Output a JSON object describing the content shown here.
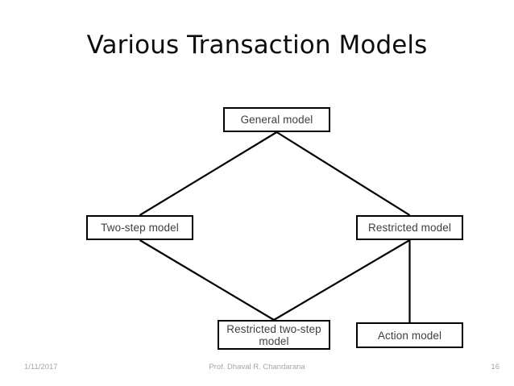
{
  "slide": {
    "title": "Various Transaction Models",
    "background_color": "#ffffff"
  },
  "diagram": {
    "type": "hierarchy-diagram",
    "node_border_color": "#000000",
    "node_text_color": "#3f3f3f",
    "nodes": [
      {
        "id": "general",
        "label": "General model"
      },
      {
        "id": "twostep",
        "label": "Two-step model"
      },
      {
        "id": "restricted",
        "label": "Restricted model"
      },
      {
        "id": "restricted-two",
        "label": "Restricted two-step model"
      },
      {
        "id": "action",
        "label": "Action model"
      }
    ],
    "edges": [
      {
        "from": "general",
        "to": "twostep"
      },
      {
        "from": "general",
        "to": "restricted"
      },
      {
        "from": "twostep",
        "to": "restricted-two"
      },
      {
        "from": "restricted",
        "to": "restricted-two"
      },
      {
        "from": "restricted",
        "to": "action"
      }
    ]
  },
  "footer": {
    "date": "1/11/2017",
    "author": "Prof. Dhaval R. Chandarana",
    "page_number": "16",
    "text_color": "#a6a6a6"
  }
}
